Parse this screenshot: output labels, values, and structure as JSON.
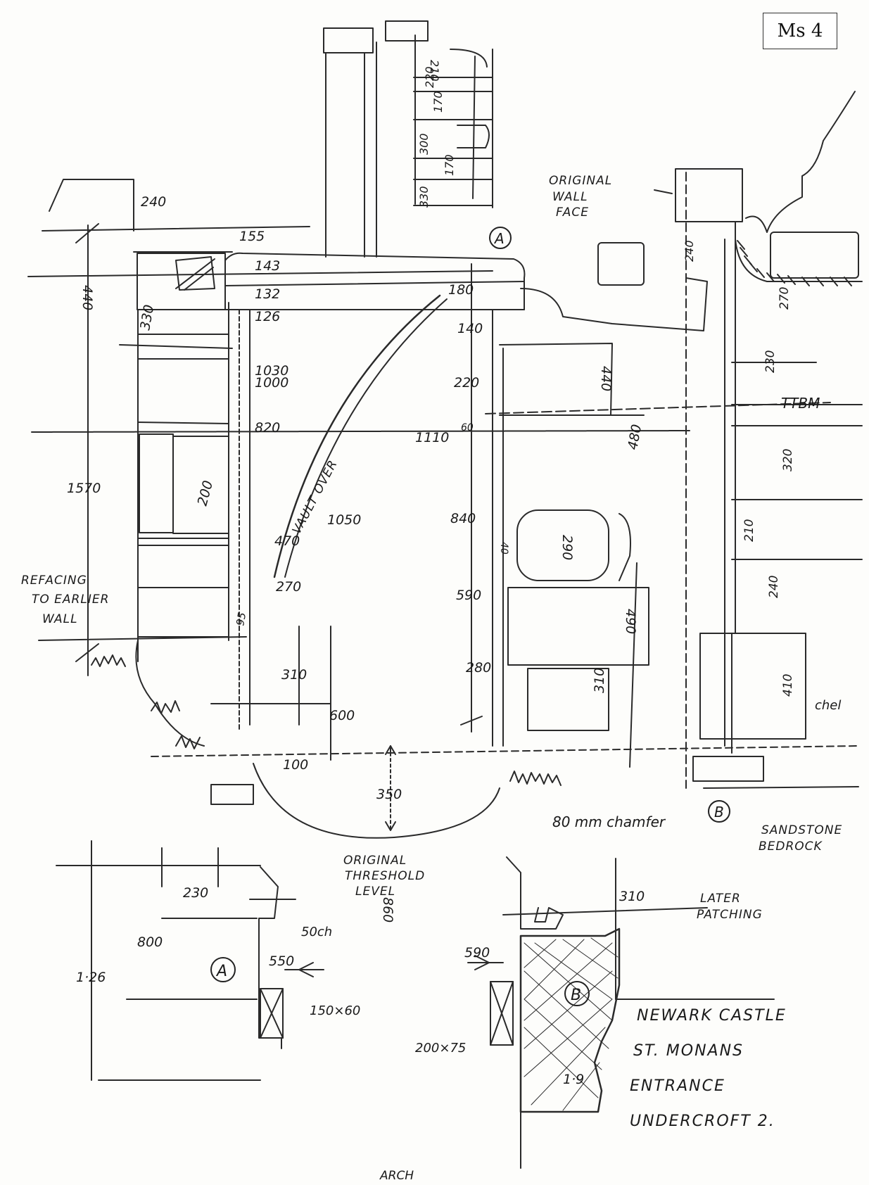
{
  "sheet_ref": "Ms 4",
  "title_block": {
    "line1": "NEWARK CASTLE",
    "line2": "ST. MONANS",
    "line3": "ENTRANCE",
    "line4": "UNDERCROFT 2."
  },
  "notes": {
    "original_wall_face_1": "ORIGINAL",
    "original_wall_face_2": "WALL",
    "original_wall_face_3": "FACE",
    "vault_over": "VAULT OVER",
    "refacing_1": "REFACING",
    "refacing_2": "TO EARLIER",
    "refacing_3": "WALL",
    "threshold_1": "ORIGINAL",
    "threshold_2": "THRESHOLD",
    "threshold_3": "LEVEL",
    "sandstone_1": "SANDSTONE",
    "sandstone_2": "BEDROCK",
    "later_patching_1": "LATER",
    "later_patching_2": "PATCHING",
    "chamfer_80": "80 mm chamfer",
    "chamfer_50": "50ch",
    "chamfer_small": "chel",
    "ttbm": "TTBM",
    "timber_a": "150×60",
    "timber_b": "200×75",
    "footer": "ARCH"
  },
  "section_markers": {
    "a_top": "A",
    "b_top": "B",
    "a_detail": "A",
    "b_detail": "B"
  },
  "dimensions": {
    "d240_top": "240",
    "d440": "440",
    "d155": "155",
    "d143": "143",
    "d132": "132",
    "d126": "126",
    "d330": "330",
    "d1030": "1030",
    "d1000": "1000",
    "d820": "820",
    "d1570": "1570",
    "d200": "200",
    "d470": "470",
    "d1050": "1050",
    "d270": "270",
    "d95": "95",
    "d310_left": "310",
    "d600": "600",
    "d100": "100",
    "d350": "350",
    "d180": "180",
    "d140": "140",
    "d220": "220",
    "d1110": "1110",
    "d60": "60",
    "d840": "840",
    "d590": "590",
    "d280": "280",
    "d440_right": "440",
    "d480": "480",
    "d290": "290",
    "d40": "40",
    "d490": "490",
    "d310_right": "310",
    "d210_chim": "210",
    "d220_chim": "220",
    "d170_chim": "170",
    "d300_chim": "300",
    "d170b_chim": "170",
    "d330_chim": "330",
    "d240_b": "240",
    "d270_b": "270",
    "d230_b": "230",
    "d320_b": "320",
    "d210_b": "210",
    "d240_b2": "240",
    "d410_b": "410",
    "d230_a": "230",
    "d800_a": "800",
    "d126_a": "1·26",
    "d550_a": "550",
    "d860": "860",
    "d590_b": "590",
    "d310_bdet": "310",
    "d19_b": "1·9"
  }
}
